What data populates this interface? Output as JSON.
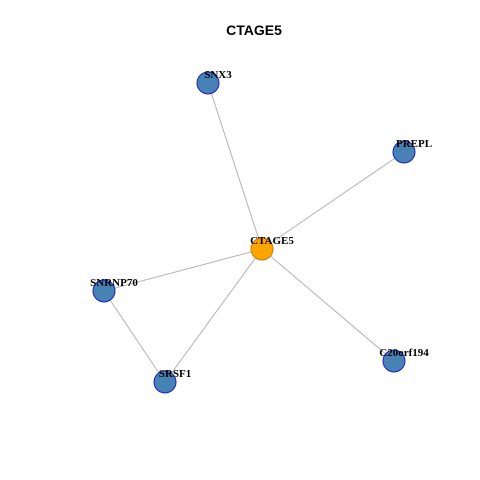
{
  "title": "CTAGE5",
  "colors": {
    "hub_fill": "#FFA500",
    "hub_stroke": "#C67A00",
    "node_fill": "#4682B4",
    "node_stroke": "#1F1FBF",
    "edge": "#B3B3B3"
  },
  "nodes": [
    {
      "id": "CTAGE5",
      "label": "CTAGE5",
      "hub": true
    },
    {
      "id": "SNX3",
      "label": "SNX3",
      "hub": false
    },
    {
      "id": "PREPL",
      "label": "PREPL",
      "hub": false
    },
    {
      "id": "SNRNP70",
      "label": "SNRNP70",
      "hub": false
    },
    {
      "id": "SRSF1",
      "label": "SRSF1",
      "hub": false
    },
    {
      "id": "C20orf194",
      "label": "C20orf194",
      "hub": false
    }
  ],
  "edges": [
    [
      "CTAGE5",
      "SNX3"
    ],
    [
      "CTAGE5",
      "PREPL"
    ],
    [
      "CTAGE5",
      "SNRNP70"
    ],
    [
      "CTAGE5",
      "SRSF1"
    ],
    [
      "CTAGE5",
      "C20orf194"
    ],
    [
      "SNRNP70",
      "SRSF1"
    ]
  ]
}
